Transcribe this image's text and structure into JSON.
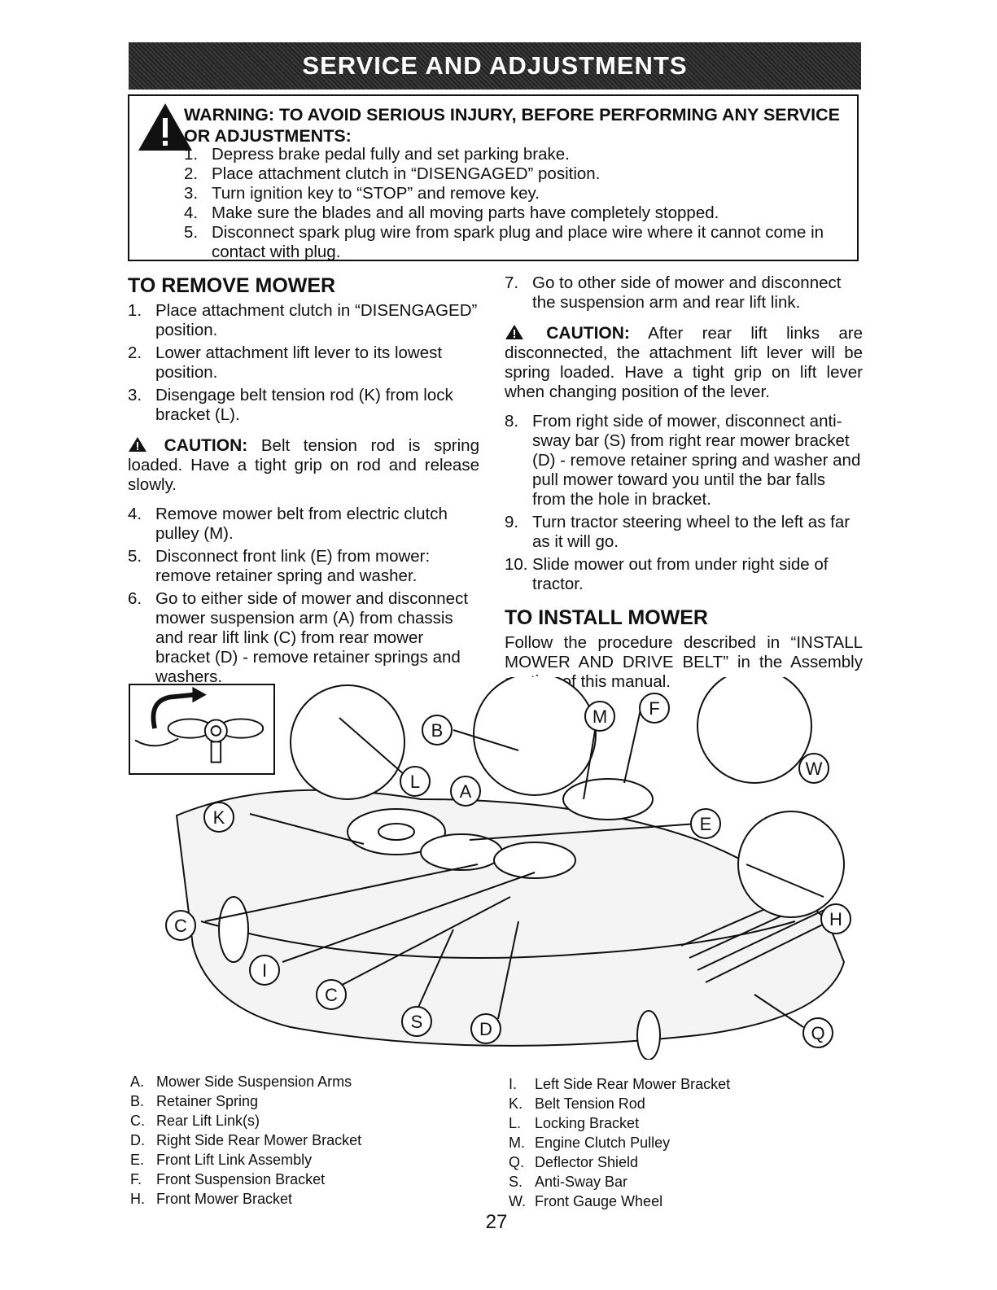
{
  "header": {
    "title": "SERVICE AND ADJUSTMENTS"
  },
  "warning": {
    "heading": "WARNING: TO AVOID SERIOUS INJURY, BEFORE PERFORMING ANY SERVICE OR ADJUSTMENTS:",
    "items": [
      {
        "num": "1.",
        "text": "Depress brake pedal fully and set parking brake."
      },
      {
        "num": "2.",
        "text": "Place attachment clutch in “DISENGAGED” position."
      },
      {
        "num": "3.",
        "text": "Turn ignition key to “STOP” and remove key."
      },
      {
        "num": "4.",
        "text": "Make sure the blades and all moving parts have completely stopped."
      },
      {
        "num": "5.",
        "text": "Disconnect spark plug wire from spark plug and place wire where it cannot come in contact with plug."
      }
    ]
  },
  "remove": {
    "title": "TO REMOVE MOWER",
    "steps_a": [
      {
        "num": "1.",
        "text": "Place attachment clutch in “DISENGAGED” position."
      },
      {
        "num": "2.",
        "text": "Lower attachment lift lever to its lowest position."
      },
      {
        "num": "3.",
        "text": "Disengage belt tension rod (K) from lock bracket (L)."
      }
    ],
    "caution": {
      "label": "CAUTION:",
      "text": "Belt tension rod is spring loaded. Have a tight grip on rod and release slowly."
    },
    "steps_b": [
      {
        "num": "4.",
        "text": "Remove mower belt from electric clutch pulley (M)."
      },
      {
        "num": "5.",
        "text": "Disconnect front link (E) from mower: remove retainer spring and washer."
      },
      {
        "num": "6.",
        "text": "Go to either side of mower and disconnect mower suspension arm (A) from chassis and rear lift link (C) from rear mower bracket (D) - remove retainer springs and washers."
      }
    ],
    "steps_c": [
      {
        "num": "7.",
        "text": "Go to other side of mower and disconnect the suspension arm and rear lift link."
      }
    ],
    "caution2": {
      "label": "CAUTION:",
      "text": "After rear lift links are disconnected, the attachment lift lever will be spring loaded. Have a tight grip on lift lever when changing position of the lever."
    },
    "steps_d": [
      {
        "num": "8.",
        "text": "From right side of mower, disconnect anti-sway bar (S) from right rear mower bracket (D) - remove retainer spring and washer and pull mower toward you until the bar falls from the hole in bracket."
      },
      {
        "num": "9.",
        "text": "Turn tractor steering wheel to the left as far as it will go."
      },
      {
        "num": "10.",
        "text": "Slide mower out from under right side of tractor."
      }
    ]
  },
  "install": {
    "title": "TO INSTALL MOWER",
    "text": "Follow the procedure described in “INSTALL MOWER AND DRIVE BELT” in the Assembly section of this manual."
  },
  "figure": {
    "callouts": [
      "B",
      "M",
      "F",
      "W",
      "K",
      "L",
      "A",
      "E",
      "C",
      "H",
      "I",
      "C",
      "S",
      "D",
      "Q"
    ]
  },
  "legend": {
    "left": [
      {
        "key": "A.",
        "text": "Mower Side Suspension Arms"
      },
      {
        "key": "B.",
        "text": "Retainer Spring"
      },
      {
        "key": "C.",
        "text": "Rear Lift Link(s)"
      },
      {
        "key": "D.",
        "text": "Right Side Rear Mower Bracket"
      },
      {
        "key": "E.",
        "text": "Front Lift Link Assembly"
      },
      {
        "key": "F.",
        "text": "Front Suspension Bracket"
      },
      {
        "key": "H.",
        "text": "Front Mower Bracket"
      }
    ],
    "right": [
      {
        "key": "I.",
        "text": "Left Side Rear Mower Bracket"
      },
      {
        "key": "K.",
        "text": "Belt Tension Rod"
      },
      {
        "key": "L.",
        "text": "Locking Bracket"
      },
      {
        "key": "M.",
        "text": "Engine Clutch Pulley"
      },
      {
        "key": "Q.",
        "text": "Deflector Shield"
      },
      {
        "key": "S.",
        "text": "Anti-Sway Bar"
      },
      {
        "key": "W.",
        "text": "Front Gauge Wheel"
      }
    ]
  },
  "page_number": "27"
}
